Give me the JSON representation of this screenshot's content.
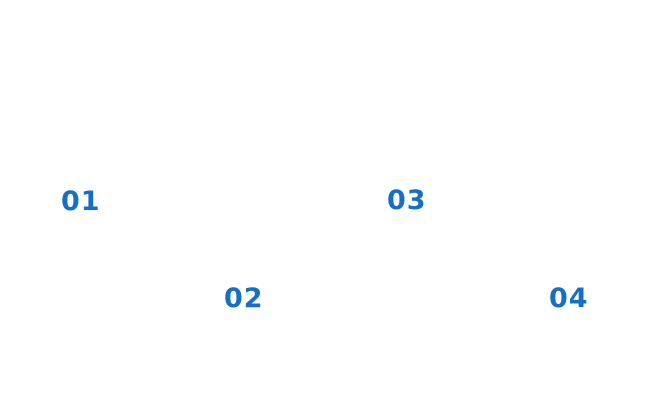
{
  "accent_color": "#1570c4",
  "steps": [
    {
      "number": "01"
    },
    {
      "number": "02"
    },
    {
      "number": "03"
    },
    {
      "number": "04"
    }
  ]
}
